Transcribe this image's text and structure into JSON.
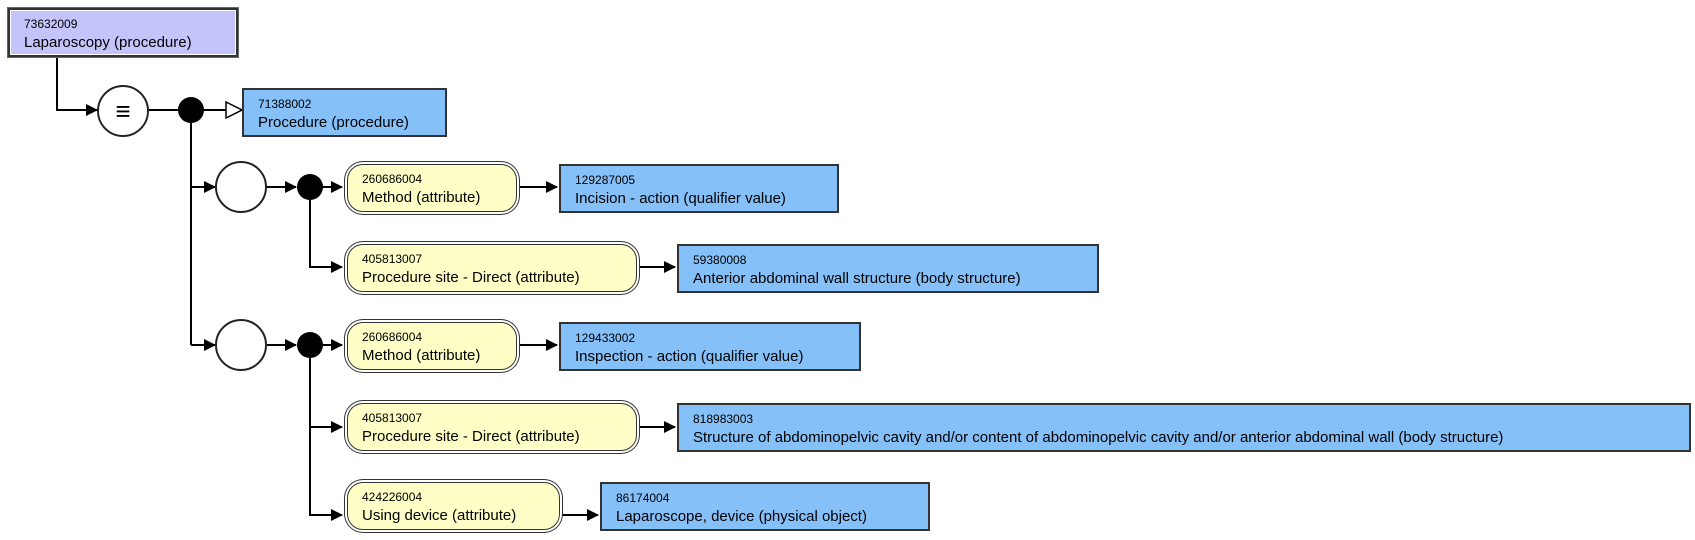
{
  "focus_concept": {
    "sctid": "73632009",
    "term": "Laparoscopy (procedure)"
  },
  "definition_status_symbol": "≡",
  "parent_concept": {
    "sctid": "71388002",
    "term": "Procedure (procedure)"
  },
  "groups": [
    {
      "attributes": [
        {
          "attribute": {
            "sctid": "260686004",
            "term": "Method (attribute)"
          },
          "value": {
            "sctid": "129287005",
            "term": "Incision - action (qualifier value)"
          }
        },
        {
          "attribute": {
            "sctid": "405813007",
            "term": "Procedure site - Direct (attribute)"
          },
          "value": {
            "sctid": "59380008",
            "term": "Anterior abdominal wall structure (body structure)"
          }
        }
      ]
    },
    {
      "attributes": [
        {
          "attribute": {
            "sctid": "260686004",
            "term": "Method (attribute)"
          },
          "value": {
            "sctid": "129433002",
            "term": "Inspection - action (qualifier value)"
          }
        },
        {
          "attribute": {
            "sctid": "405813007",
            "term": "Procedure site - Direct (attribute)"
          },
          "value": {
            "sctid": "818983003",
            "term": "Structure of abdominopelvic cavity and/or content of abdominopelvic cavity and/or anterior abdominal wall (body structure)"
          }
        },
        {
          "attribute": {
            "sctid": "424226004",
            "term": "Using device (attribute)"
          },
          "value": {
            "sctid": "86174004",
            "term": "Laparoscope, device (physical object)"
          }
        }
      ]
    }
  ],
  "colors": {
    "defined_concept_fill": "#c4c4fa",
    "concept_fill": "#86c0f8",
    "attribute_fill": "#fefec7",
    "line": "#000000"
  }
}
